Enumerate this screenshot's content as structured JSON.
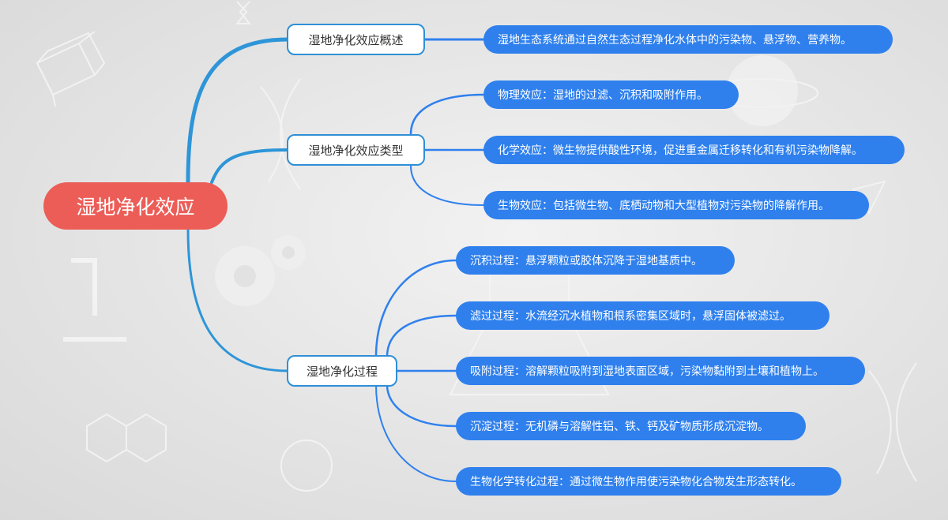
{
  "root": {
    "label": "湿地净化效应",
    "color": "#ec5d57"
  },
  "branches": [
    {
      "label": "湿地净化效应概述",
      "children": [
        "湿地生态系统通过自然生态过程净化水体中的污染物、悬浮物、营养物。"
      ]
    },
    {
      "label": "湿地净化效应类型",
      "children": [
        "物理效应：湿地的过滤、沉积和吸附作用。",
        "化学效应：微生物提供酸性环境，促进重金属迁移转化和有机污染物降解。",
        "生物效应：包括微生物、底栖动物和大型植物对污染物的降解作用。"
      ]
    },
    {
      "label": "湿地净化过程",
      "children": [
        "沉积过程：悬浮颗粒或胶体沉降于湿地基质中。",
        "滤过过程：水流经沉水植物和根系密集区域时，悬浮固体被滤过。",
        "吸附过程：溶解颗粒吸附到湿地表面区域，污染物黏附到土壤和植物上。",
        "沉淀过程：无机磷与溶解性铝、铁、钙及矿物质形成沉淀物。",
        "生物化学转化过程：通过微生物作用使污染物化合物发生形态转化。"
      ]
    }
  ],
  "colors": {
    "main_line": "#2e95d8",
    "sub_line": "#2f80ed",
    "leaf_bg": "#2f80ed",
    "branch_border": "#2f8fd6"
  }
}
